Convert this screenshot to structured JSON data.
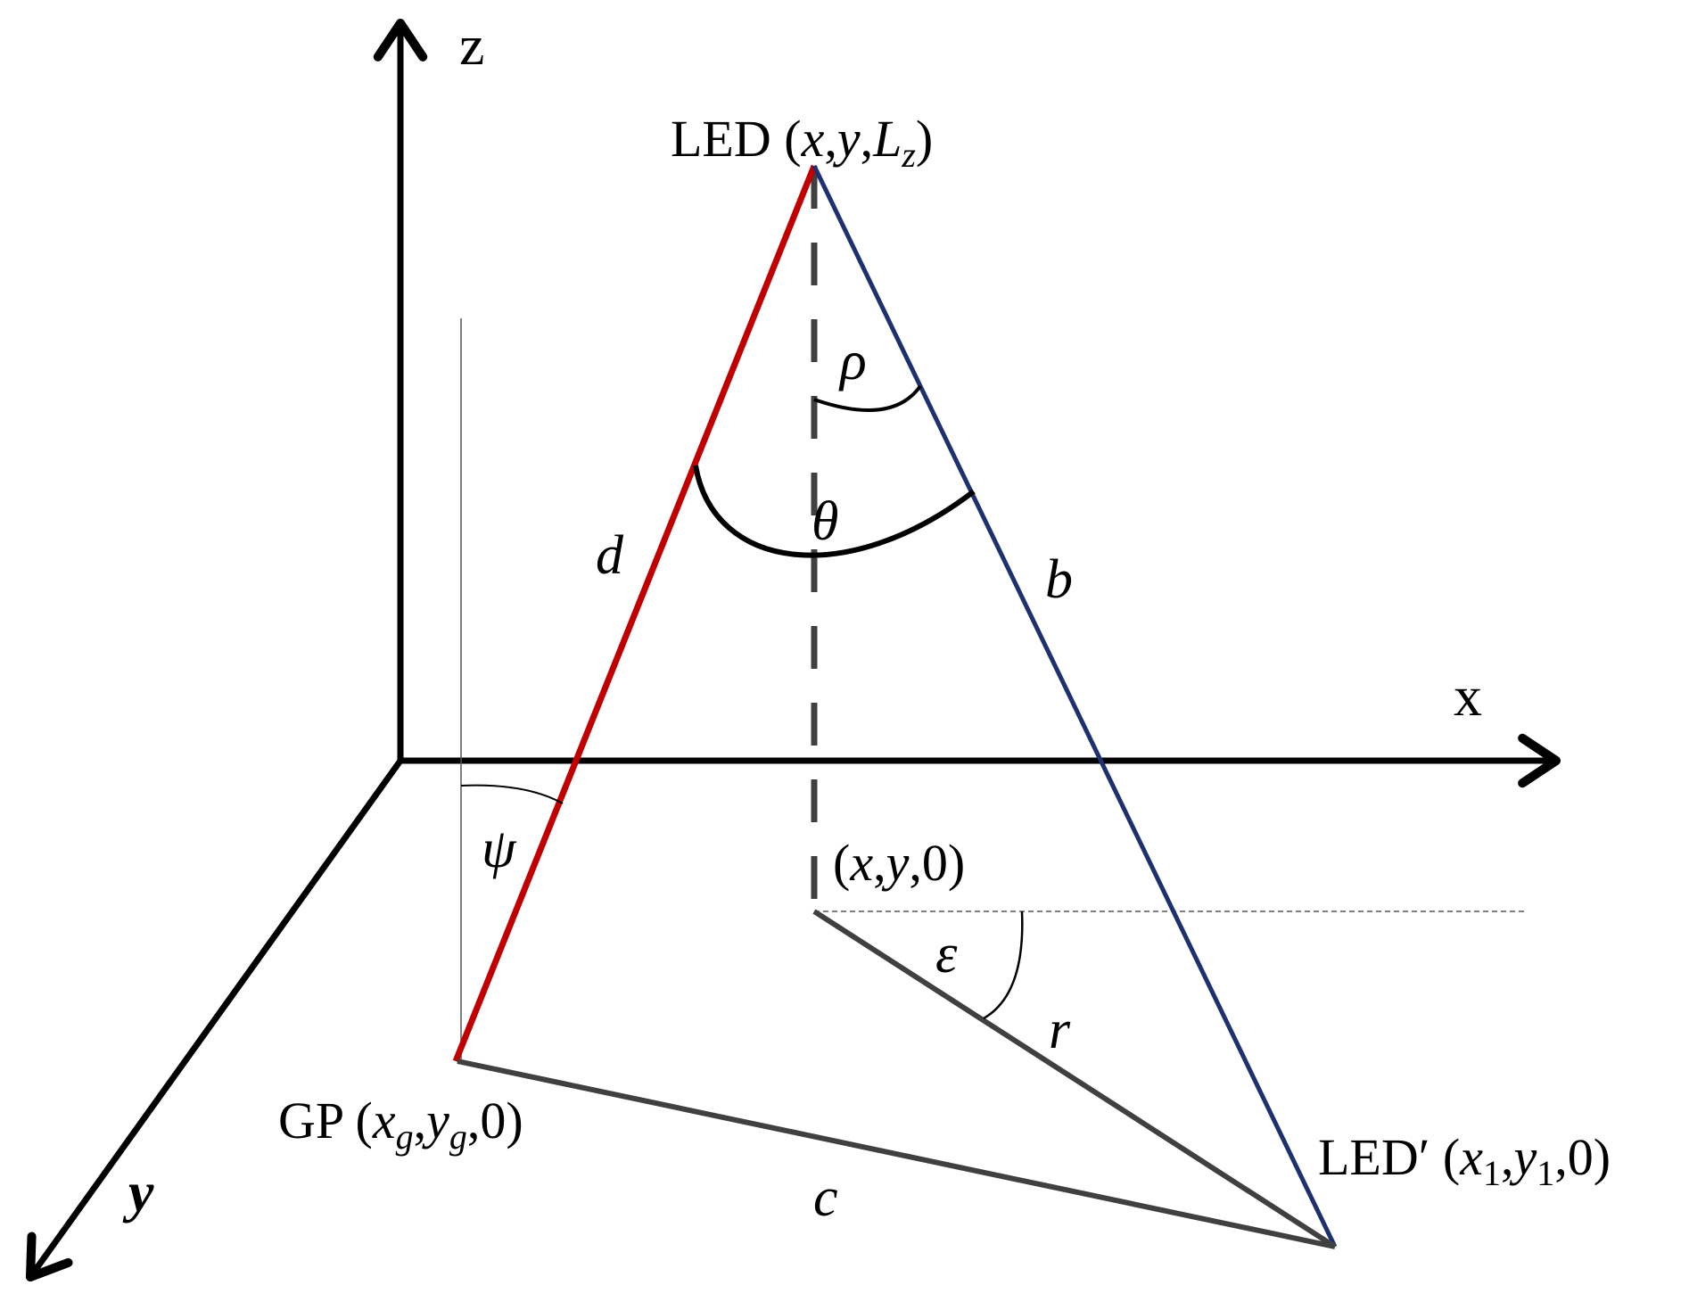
{
  "axes": {
    "z_label": "z",
    "x_label": "x",
    "y_label": "y"
  },
  "points": {
    "led_prefix": "LED (",
    "led_x": "x",
    "led_sep1": ",",
    "led_y": "y",
    "led_sep2": ",",
    "led_L": "L",
    "led_z": "z",
    "led_suffix": ")",
    "foot_prefix": "(",
    "foot_x": "x",
    "foot_sep1": ",",
    "foot_y": "y",
    "foot_suffix": ",0)",
    "gp_prefix": "GP (",
    "gp_x": "x",
    "gp_xsub": "g",
    "gp_sep": ",",
    "gp_y": "y",
    "gp_ysub": "g",
    "gp_suffix": ",0)",
    "ledp_prefix": "LED′ (",
    "ledp_x": "x",
    "ledp_xsub": "1",
    "ledp_sep": ",",
    "ledp_y": "y",
    "ledp_ysub": "1",
    "ledp_suffix": ",0)"
  },
  "segments": {
    "d": "d",
    "b": "b",
    "c": "c",
    "r": "r"
  },
  "angles": {
    "rho": "ρ",
    "theta": "θ",
    "psi": "ψ",
    "epsilon": "ε"
  },
  "colors": {
    "axis": "#000000",
    "d_line": "#c00000",
    "b_line": "#1f3070",
    "gray_line": "#404040",
    "dashed_vertical": "#404040"
  }
}
